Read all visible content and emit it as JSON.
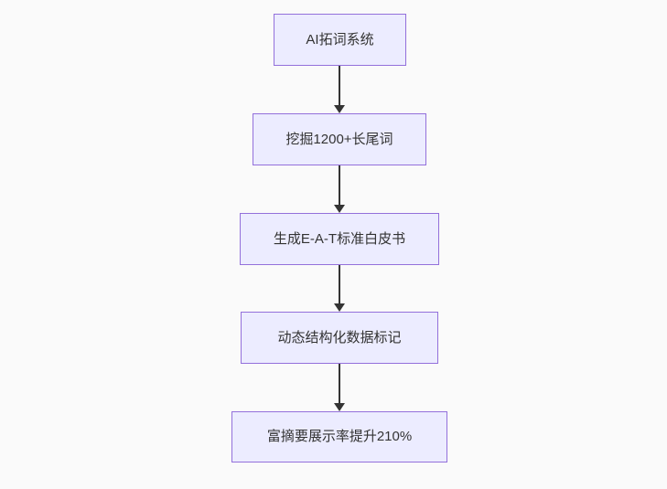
{
  "diagram": {
    "type": "flowchart",
    "direction": "top-down",
    "nodes": [
      {
        "id": "A",
        "label": "AI拓词系统"
      },
      {
        "id": "B",
        "label": "挖掘1200+长尾词"
      },
      {
        "id": "C",
        "label": "生成E-A-T标准白皮书"
      },
      {
        "id": "D",
        "label": "动态结构化数据标记"
      },
      {
        "id": "E",
        "label": "富摘要展示率提升210%"
      }
    ],
    "edges": [
      {
        "from": "A",
        "to": "B",
        "style": "arrow-down"
      },
      {
        "from": "B",
        "to": "C",
        "style": "arrow-down"
      },
      {
        "from": "C",
        "to": "D",
        "style": "arrow-down"
      },
      {
        "from": "D",
        "to": "E",
        "style": "arrow-down"
      }
    ],
    "colors": {
      "node_fill": "#ECECFF",
      "node_border": "#9370DB",
      "arrow": "#333333",
      "text": "#333333",
      "background": "#fafafa"
    }
  }
}
